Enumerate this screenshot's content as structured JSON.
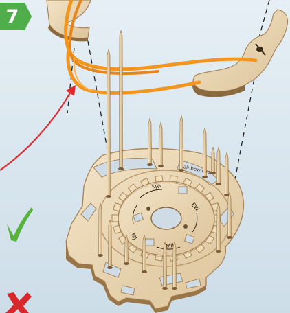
{
  "step": {
    "number": "7",
    "badge_color": "#4fae4a"
  },
  "parts": {
    "gear_labels": [
      "MW",
      "EW",
      "MII",
      "MJ"
    ],
    "board_label": "Rainbow Loom"
  },
  "colors": {
    "background": "#dde9f1",
    "wood": "#ead7b6",
    "wood_edge": "#b08d5f",
    "band": "#f2961f",
    "arrow": "#e02a2e",
    "check": "#56b23b",
    "cross": "#d7282b"
  },
  "icons": [
    "check-icon",
    "cross-icon",
    "arrow-icon"
  ]
}
